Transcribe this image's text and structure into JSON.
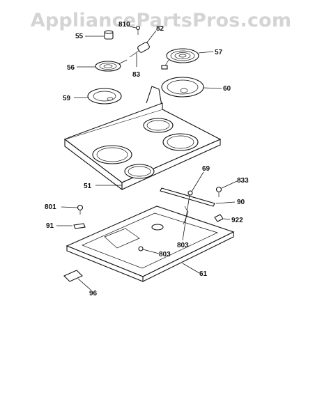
{
  "watermark": "AppliancePartsPros.com",
  "corner_mark": "",
  "labels": {
    "p55": "55",
    "p810": "810",
    "p82": "82",
    "p56": "56",
    "p83": "83",
    "p57": "57",
    "p59": "59",
    "p60": "60",
    "p51": "51",
    "p69": "69",
    "p833": "833",
    "p801": "801",
    "p90": "90",
    "p91": "91",
    "p922": "922",
    "p803a": "803",
    "p803b": "803",
    "p61": "61",
    "p96": "96"
  }
}
